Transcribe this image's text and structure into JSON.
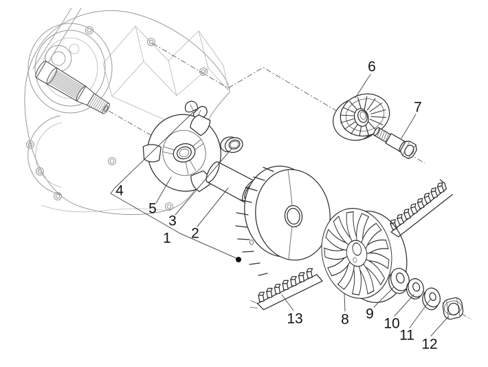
{
  "colors": {
    "background": "#ffffff",
    "part_line": "#2e2e2e",
    "case_line": "#979797",
    "centerline": "#6b6b6b",
    "label": "#111111"
  },
  "callouts": {
    "c1": "1",
    "c2": "2",
    "c3": "3",
    "c4": "4",
    "c5": "5",
    "c6": "6",
    "c7": "7",
    "c8": "8",
    "c9": "9",
    "c10": "10",
    "c11": "11",
    "c12": "12",
    "c13": "13"
  }
}
